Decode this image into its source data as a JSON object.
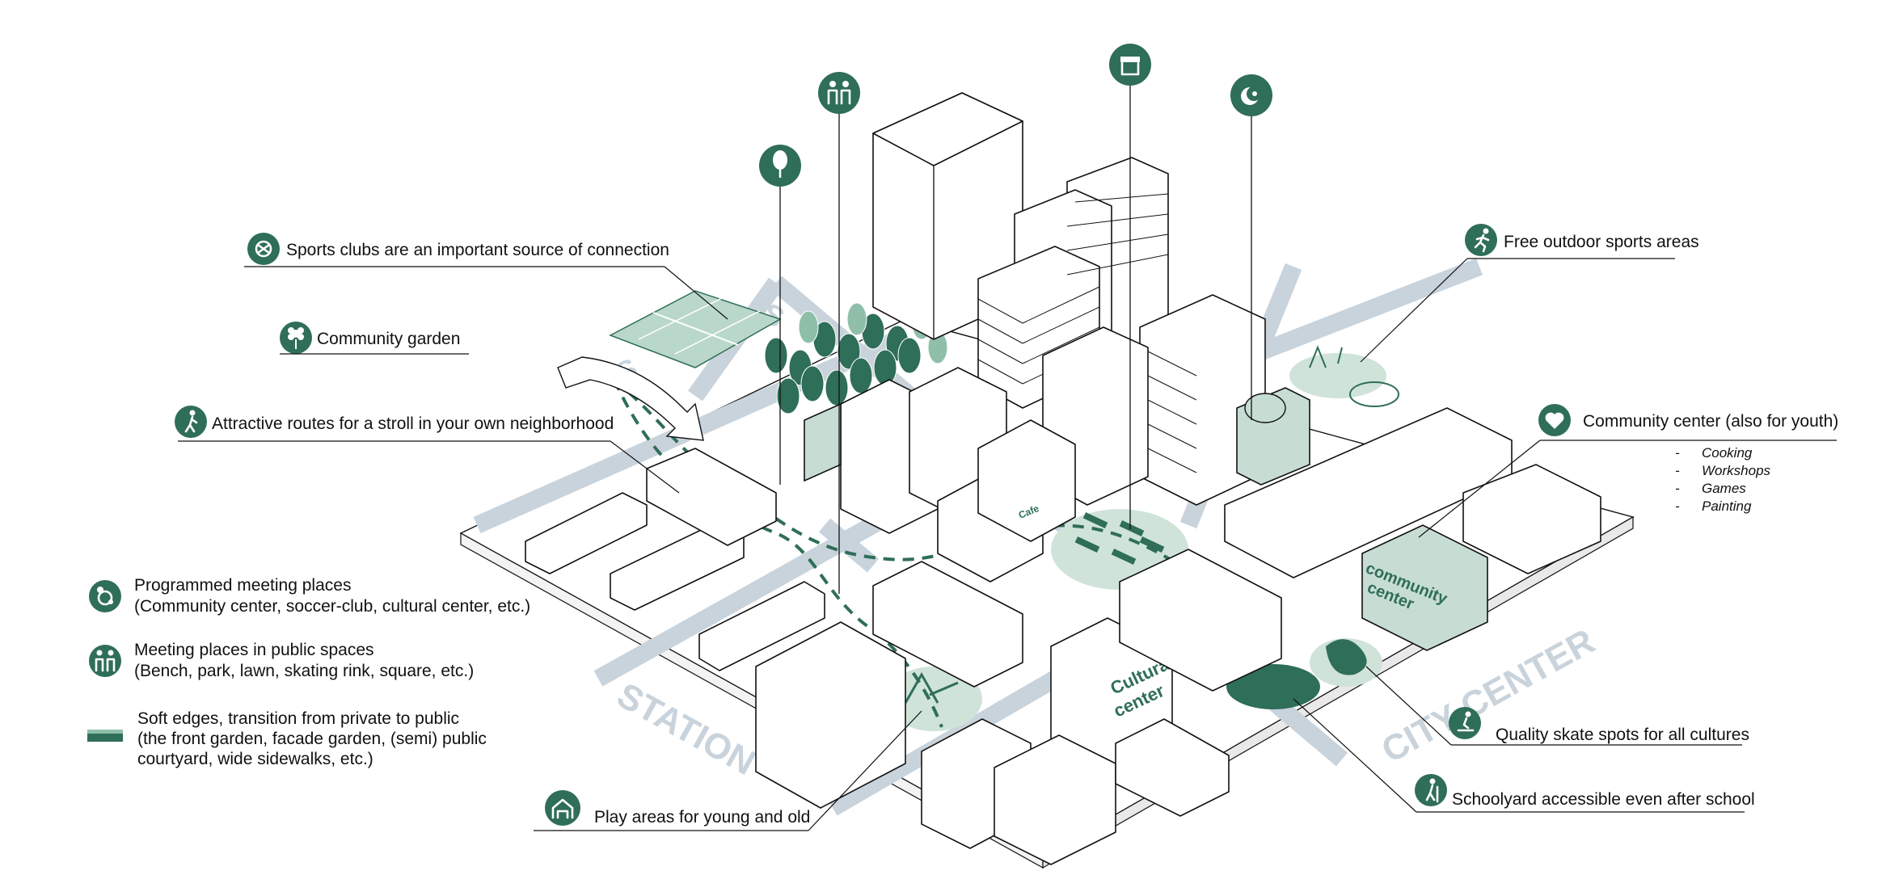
{
  "labels": {
    "sports_clubs": "Sports clubs are an important source of connection",
    "community_garden": "Community garden",
    "attractive_routes": "Attractive routes for a stroll in your own neighborhood",
    "free_outdoor_sports": "Free outdoor sports areas",
    "community_center_youth": "Community center (also for youth)",
    "activities": [
      "Cooking",
      "Workshops",
      "Games",
      "Painting"
    ],
    "play_areas": "Play areas for young and old",
    "skate_spots": "Quality skate spots for all cultures",
    "schoolyard": "Schoolyard accessible even after school"
  },
  "legend": {
    "programmed": {
      "title": "Programmed meeting places",
      "detail": "(Community center, soccer-club, cultural center, etc.)"
    },
    "public_meeting": {
      "title": "Meeting places in public spaces",
      "detail": "(Bench, park, lawn, skating rink, square, etc.)"
    },
    "soft_edges": {
      "line1": "Soft edges, transition from private to public",
      "line2": "(the front garden, facade garden, (semi) public",
      "line3": "courtyard, wide sidewalks, etc.)"
    }
  },
  "map": {
    "street_station": "STATION",
    "street_city_center": "CITY CENTER",
    "street_s": "S",
    "community_center_line1": "community",
    "community_center_line2": "center",
    "cultural_center_line1": "Cultural",
    "cultural_center_line2": "center",
    "cafe": "Cafe"
  },
  "colors": {
    "accent": "#2f6e58",
    "accent_light": "#c7ddd3",
    "road": "#c9d3dc"
  },
  "icons": [
    "sports-club-icon",
    "flower-icon",
    "walking-person-icon",
    "running-person-icon",
    "heart-icon",
    "playground-icon",
    "skateboard-icon",
    "hiker-icon",
    "meeting-icon",
    "people-icon",
    "tree-icon",
    "market-stall-icon",
    "crescent-star-icon"
  ]
}
